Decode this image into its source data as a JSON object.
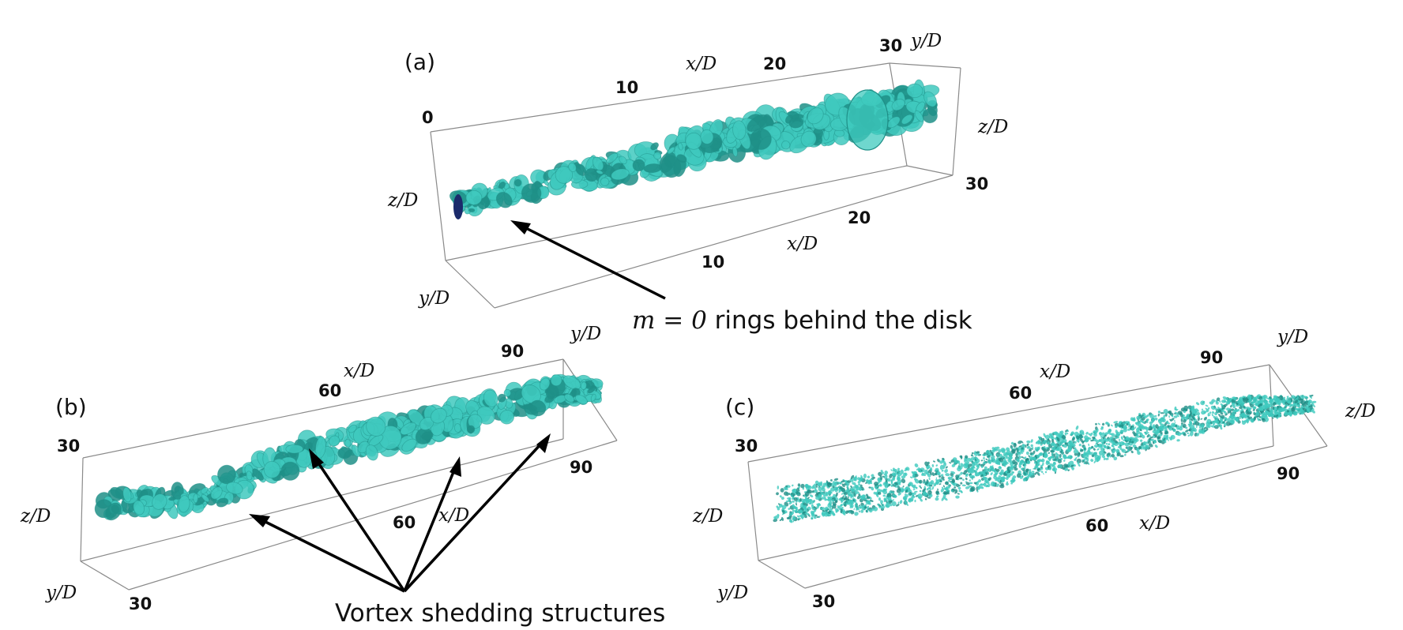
{
  "figure": {
    "panels": [
      {
        "id": "a",
        "label": "(a)",
        "x_ticks_top": [
          "0",
          "10",
          "20",
          "30"
        ],
        "x_ticks_bottom": [
          "10",
          "20",
          "30"
        ],
        "x_axis_label": "x/D",
        "y_axis_label": "y/D",
        "z_axis_label": "z/D"
      },
      {
        "id": "b",
        "label": "(b)",
        "x_ticks_top": [
          "30",
          "60",
          "90"
        ],
        "x_ticks_bottom": [
          "30",
          "60",
          "90"
        ],
        "x_axis_label": "x/D",
        "y_axis_label": "y/D",
        "z_axis_label": "z/D"
      },
      {
        "id": "c",
        "label": "(c)",
        "x_ticks_top": [
          "30",
          "60",
          "90"
        ],
        "x_ticks_bottom": [
          "30",
          "60",
          "90"
        ],
        "x_axis_label": "x/D",
        "y_axis_label": "y/D",
        "z_axis_label": "z/D"
      }
    ],
    "annotations": {
      "rings_math": "m = 0",
      "rings_text": " rings behind the disk",
      "vortex_text": "Vortex shedding structures"
    },
    "colors": {
      "vortex_fill": "#3fc9be",
      "vortex_dark": "#1f8f87",
      "disk": "#1b2a6b",
      "box": "#8a8a8a"
    }
  }
}
